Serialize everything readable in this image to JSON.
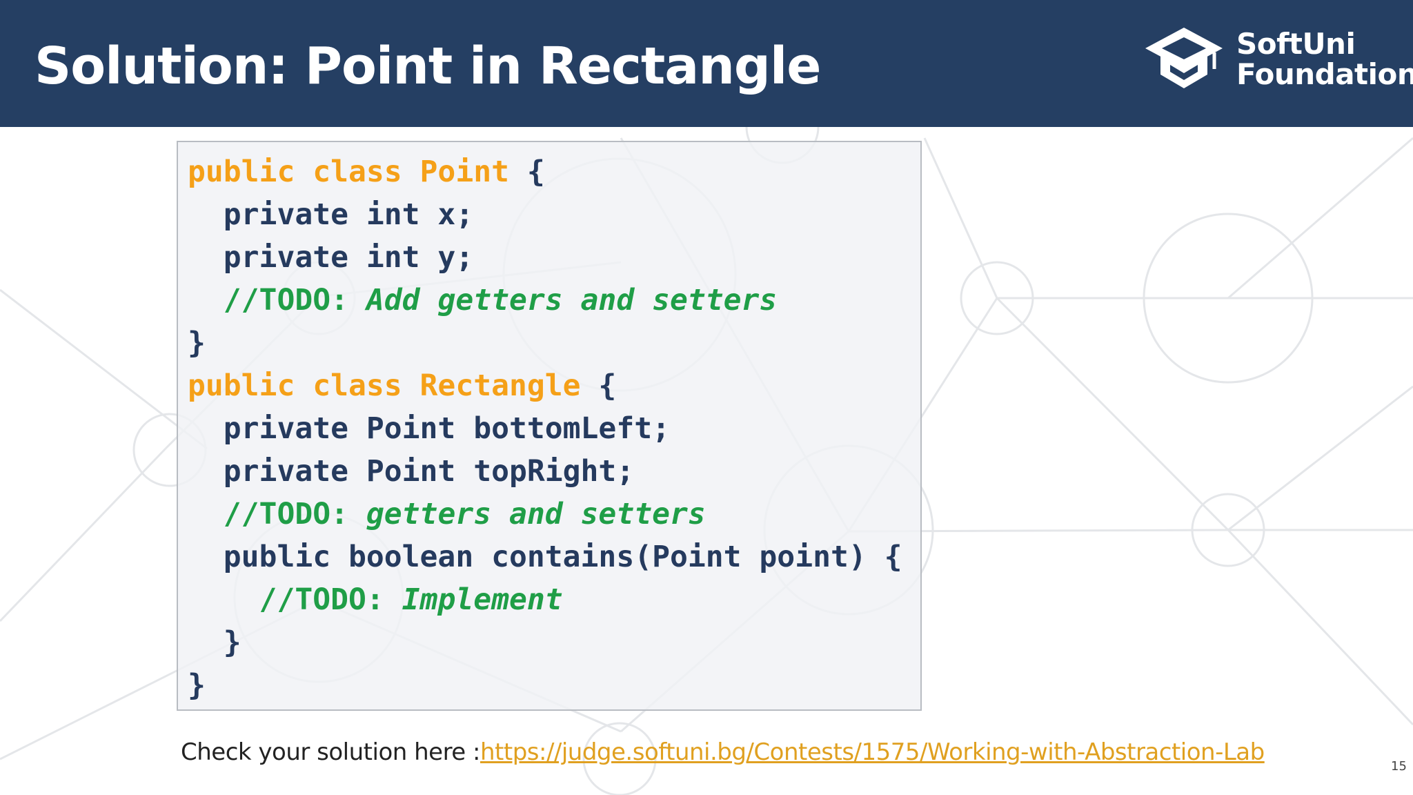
{
  "slide": {
    "title": "Solution: Point in Rectangle",
    "page_number": "15"
  },
  "logo": {
    "line1": "SoftUni",
    "line2": "Foundation",
    "icon": "graduation-cap-icon"
  },
  "code": {
    "lines": [
      [
        {
          "t": "public class Point",
          "k": "kw"
        },
        {
          "t": " {",
          "k": "plain"
        }
      ],
      [
        {
          "t": "  private int x;",
          "k": "plain"
        }
      ],
      [
        {
          "t": "  private int y;",
          "k": "plain"
        }
      ],
      [
        {
          "t": "  //TODO: ",
          "k": "comment-head"
        },
        {
          "t": "Add getters and setters",
          "k": "comment"
        }
      ],
      [
        {
          "t": "}",
          "k": "plain"
        }
      ],
      [
        {
          "t": "public class Rectangle",
          "k": "kw"
        },
        {
          "t": " {",
          "k": "plain"
        }
      ],
      [
        {
          "t": "  private Point bottomLeft;",
          "k": "plain"
        }
      ],
      [
        {
          "t": "  private Point topRight;",
          "k": "plain"
        }
      ],
      [
        {
          "t": "  //TODO: ",
          "k": "comment-head"
        },
        {
          "t": "getters and setters",
          "k": "comment"
        }
      ],
      [
        {
          "t": "  public boolean contains(Point point) {",
          "k": "plain"
        }
      ],
      [
        {
          "t": "    //TODO: ",
          "k": "comment-head"
        },
        {
          "t": "Implement",
          "k": "comment"
        }
      ],
      [
        {
          "t": "  }",
          "k": "plain"
        }
      ],
      [
        {
          "t": "}",
          "k": "plain"
        }
      ]
    ]
  },
  "footer": {
    "prefix": "Check your solution here :",
    "link_text": "https://judge.softuni.bg/Contests/1575/Working-with-Abstraction-Lab"
  },
  "colors": {
    "header_bg": "#253f63",
    "keyword": "#f5a018",
    "comment": "#1f9e47",
    "code_text": "#253a5e",
    "link": "#e0a020"
  }
}
